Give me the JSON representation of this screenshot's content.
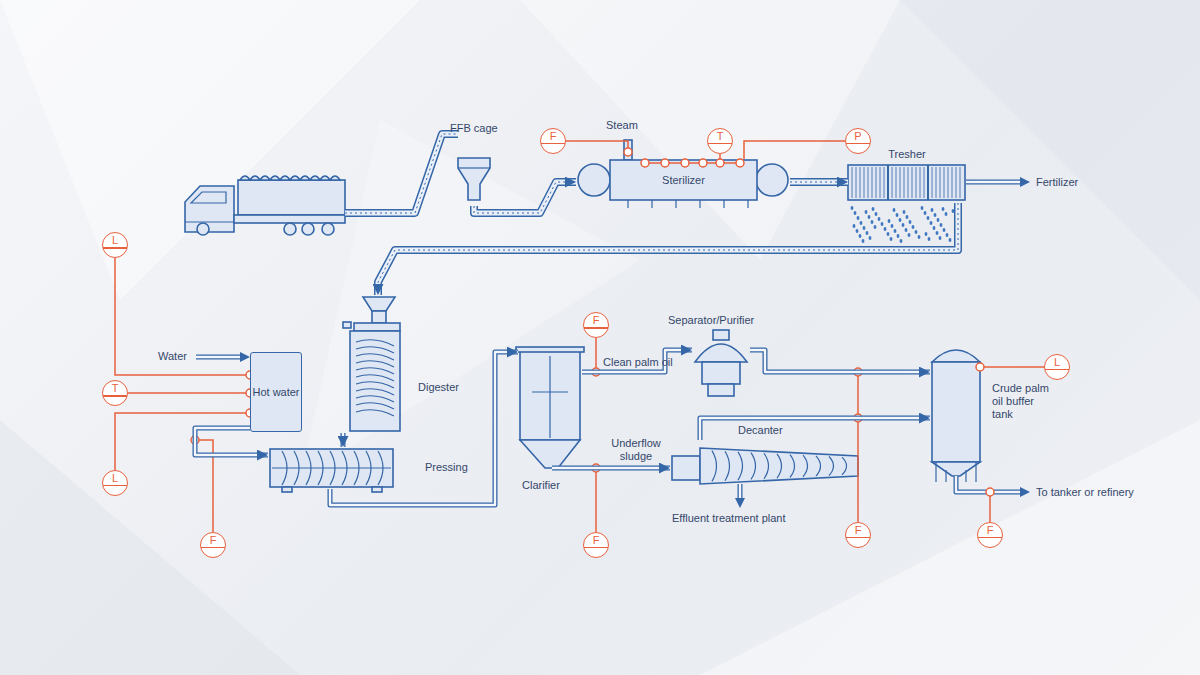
{
  "diagram": {
    "nodes": [
      {
        "text": [
          "FFB cage"
        ]
      },
      {
        "text": [
          "F"
        ]
      },
      {
        "text": [
          "T"
        ]
      },
      {
        "text": [
          "P"
        ]
      },
      {
        "text": [
          "Sterilizer"
        ]
      },
      {
        "text": [
          "Tresher"
        ]
      },
      {
        "text": [
          "L"
        ]
      },
      {
        "text": [
          "T"
        ]
      },
      {
        "text": [
          "L"
        ]
      },
      {
        "text": [
          "Hot water"
        ]
      },
      {
        "text": [
          "Digester"
        ]
      },
      {
        "text": [
          "Pressing"
        ]
      },
      {
        "text": [
          "F"
        ]
      },
      {
        "text": [
          "F"
        ]
      },
      {
        "text": [
          "Clarifier"
        ]
      },
      {
        "text": [
          "Separator/Purifier"
        ]
      },
      {
        "text": [
          "Decanter"
        ]
      },
      {
        "text": [
          "F"
        ]
      },
      {
        "text": [
          "F"
        ]
      },
      {
        "text": [
          "Crude palm oil buffer tank"
        ]
      },
      {
        "text": [
          "L"
        ]
      },
      {
        "text": [
          "F"
        ]
      }
    ],
    "edges": [
      {
        "from": 0,
        "to": 4,
        "arrow": "to"
      },
      {
        "from": 4,
        "to": 5,
        "arrow": "to"
      },
      {
        "from": 5,
        "to": 10,
        "arrow": "to"
      },
      {
        "from": 9,
        "to": 11,
        "arrow": "to"
      },
      {
        "from": 10,
        "to": 11,
        "arrow": "to"
      },
      {
        "from": 11,
        "to": 14,
        "arrow": "to"
      },
      {
        "from": 14,
        "to": 15,
        "label": "Clean palm oil",
        "arrow": "to"
      },
      {
        "from": 14,
        "to": 16,
        "label": "Underflow sludge",
        "arrow": "to"
      },
      {
        "from": 15,
        "to": 19,
        "arrow": "to"
      },
      {
        "from": 16,
        "to": 19,
        "arrow": "to"
      }
    ],
    "labels": [
      "Steam",
      "Fertilizer",
      "Water",
      "Effluent treatment plant",
      "To tanker or refinery"
    ]
  }
}
